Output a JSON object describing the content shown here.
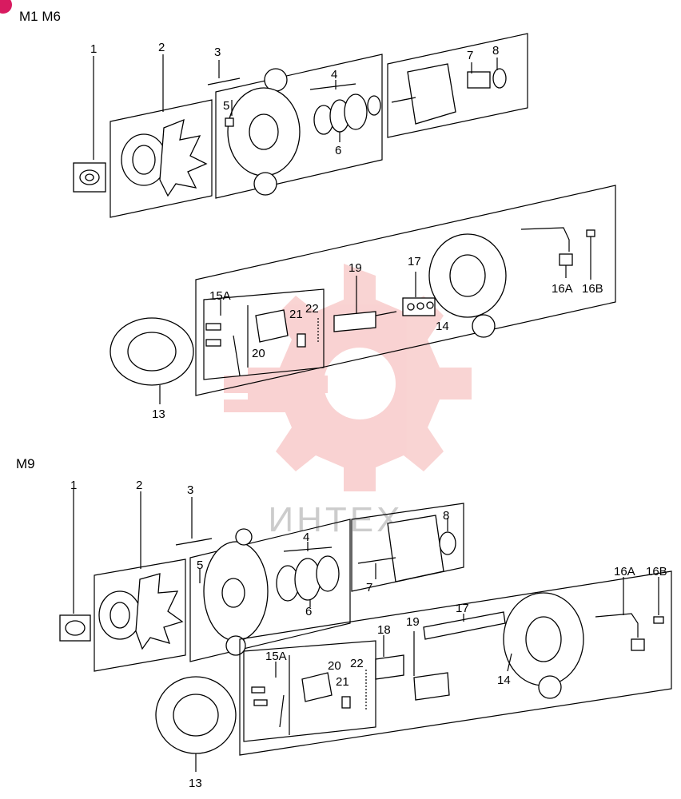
{
  "sections": {
    "top": {
      "title": "M1 M6"
    },
    "bottom": {
      "title": "M9"
    }
  },
  "watermark": {
    "text": "ИНТЕХ",
    "color": "#e53935"
  },
  "labels_top": {
    "l1": "1",
    "l2": "2",
    "l3": "3",
    "l4": "4",
    "l5": "5",
    "l6": "6",
    "l7": "7",
    "l8": "8",
    "l13": "13",
    "l14": "14",
    "l15a": "15A",
    "l16a": "16A",
    "l16b": "16B",
    "l17": "17",
    "l19": "19",
    "l20": "20",
    "l21": "21",
    "l22": "22"
  },
  "labels_bottom": {
    "l1": "1",
    "l2": "2",
    "l3": "3",
    "l4": "4",
    "l5": "5",
    "l6": "6",
    "l7": "7",
    "l8": "8",
    "l13": "13",
    "l14": "14",
    "l15a": "15A",
    "l16a": "16A",
    "l16b": "16B",
    "l17": "17",
    "l18": "18",
    "l19": "19",
    "l20": "20",
    "l21": "21",
    "l22": "22"
  }
}
